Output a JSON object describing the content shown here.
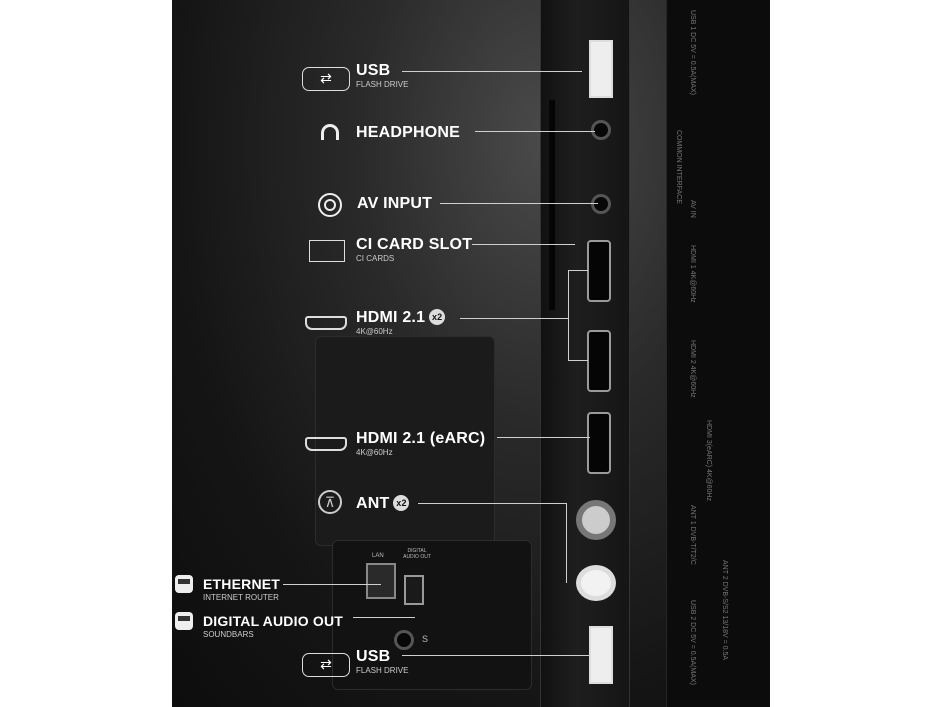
{
  "labels": {
    "usb_top": {
      "title": "USB",
      "sub": "FLASH DRIVE"
    },
    "headphone": {
      "title": "HEADPHONE"
    },
    "av_input": {
      "title": "AV INPUT"
    },
    "ci_card": {
      "title": "CI CARD SLOT",
      "sub": "CI CARDS"
    },
    "hdmi": {
      "title": "HDMI 2.1",
      "badge": "x2",
      "sub": "4K@60Hz"
    },
    "hdmi_earc": {
      "title": "HDMI 2.1 (eARC)",
      "sub": "4K@60Hz"
    },
    "ant": {
      "title": "ANT",
      "badge": "x2"
    },
    "ethernet": {
      "title": "ETHERNET",
      "sub": "INTERNET ROUTER"
    },
    "digital_audio": {
      "title": "DIGITAL AUDIO OUT",
      "sub": "SOUNDBARS"
    },
    "usb_bottom": {
      "title": "USB",
      "sub": "FLASH DRIVE"
    }
  },
  "panel_print": {
    "lan": "LAN",
    "digital_audio_out": "DIGITAL AUDIO OUT",
    "service": "S",
    "usb1": "USB 1  DC 5V = 0.5A(MAX)",
    "av_in": "AV IN",
    "common_interface": "COMMON INTERFACE",
    "hdmi1": "HDMI 1 4K@60Hz",
    "hdmi2": "HDMI 2 4K@60Hz",
    "hdmi3": "HDMI 3(eARC) 4K@60Hz",
    "ant1": "ANT 1 DVB-T/T2/C",
    "ant2": "ANT 2 DVB-S/S2 13/18V = 0.5A",
    "usb2": "USB 2 DC 5V = 0.5A(MAX)"
  },
  "colors": {
    "background": "#ffffff",
    "photo": "#151515",
    "text": "#ffffff",
    "line": "#cfcfcf"
  }
}
